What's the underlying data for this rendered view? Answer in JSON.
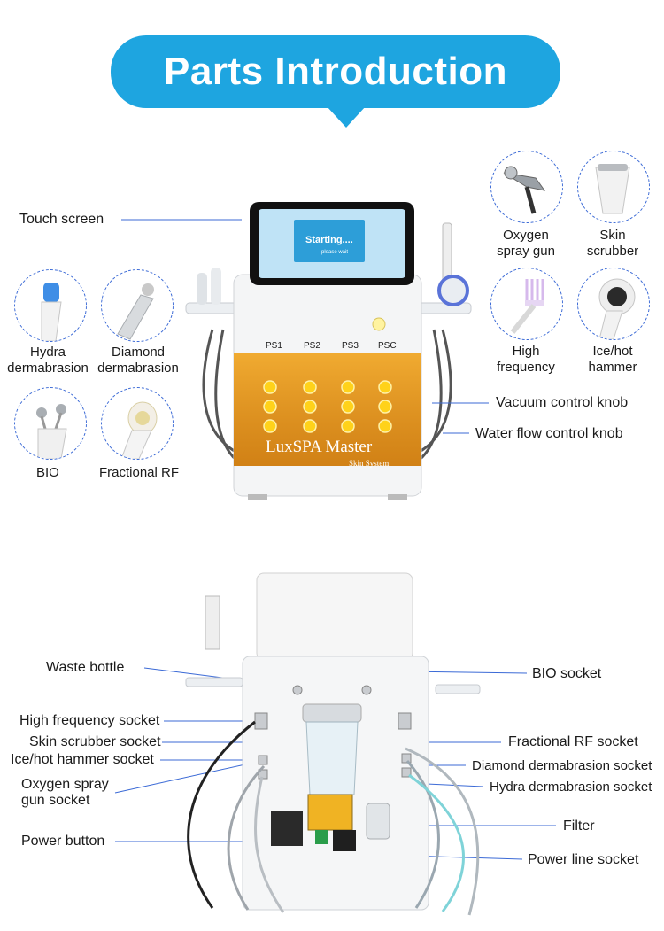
{
  "banner": {
    "title": "Parts Introduction"
  },
  "front": {
    "screen_text": "Starting....",
    "screen_sub": "please wait",
    "ports": [
      "PS1",
      "PS2",
      "PS3",
      "PSC"
    ],
    "brand": "LuxSPA Master",
    "brand_sub": "Skin System",
    "labels": {
      "touch_screen": "Touch screen",
      "vacuum_knob": "Vacuum control knob",
      "water_knob": "Water flow control knob"
    },
    "handpieces": {
      "hydra": "Hydra\ndermabrasion",
      "diamond": "Diamond\ndermabrasion",
      "bio": "BIO",
      "fractional_rf": "Fractional RF",
      "oxygen": "Oxygen\nspray gun",
      "skin_scrubber": "Skin\nscrubber",
      "high_frequency": "High\nfrequency",
      "ice_hot": "Ice/hot\nhammer"
    }
  },
  "back": {
    "labels": {
      "waste_bottle": "Waste bottle",
      "high_freq_socket": "High frequency socket",
      "skin_scrubber_socket": "Skin scrubber socket",
      "ice_hot_socket": "Ice/hot hammer socket",
      "oxygen_socket": "Oxygen spray\ngun socket",
      "power_button": "Power button",
      "bio_socket": "BIO socket",
      "fractional_rf_socket": "Fractional RF socket",
      "diamond_socket": "Diamond dermabrasion socket",
      "hydra_socket": "Hydra dermabrasion socket",
      "filter": "Filter",
      "power_line_socket": "Power line socket"
    }
  },
  "colors": {
    "accent": "#1ea5e0",
    "leader": "#3b6ad6",
    "amber": "#e8940e",
    "lamp": "#ffd21a"
  }
}
